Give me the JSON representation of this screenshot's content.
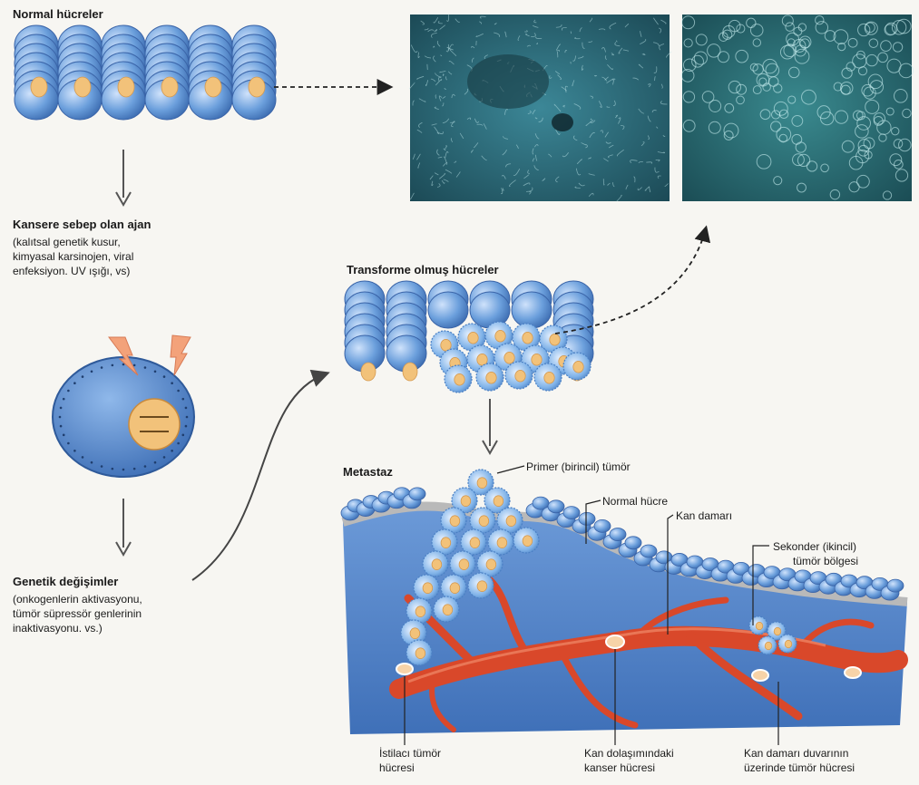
{
  "titles": {
    "normal_cells": "Normal hücreler",
    "transformed_cells": "Transforme olmuş hücreler",
    "metastasis": "Metastaz"
  },
  "agent": {
    "title": "Kansere sebep olan ajan",
    "lines": [
      "(kalıtsal genetik kusur,",
      "kimyasal karsinojen, viral",
      "enfeksiyon. UV ışığı, vs)"
    ]
  },
  "genetic": {
    "title": "Genetik değişimler",
    "lines": [
      "(onkogenlerin aktivasyonu,",
      "tümör süpressör genlerinin",
      "inaktivasyonu. vs.)"
    ]
  },
  "labels": {
    "primary_tumor": "Primer (birincil) tümör",
    "normal_cell": "Normal hücre",
    "blood_vessel": "Kan damarı",
    "secondary_tumor": [
      "Sekonder (ikincil)",
      "tümör bölgesi"
    ],
    "invasive_cell": [
      "İstilacı tümör",
      "hücresi"
    ],
    "circulating_cell": [
      "Kan dolaşımındaki",
      "kanser hücresi"
    ],
    "vessel_wall_cell": [
      "Kan damarı duvarının",
      "üzerinde tümör hücresi"
    ]
  },
  "colors": {
    "cell_blue": "#6b9fdc",
    "nucleus": "#f2c27a",
    "tissue_bg": "#5c8fd1",
    "vessel": "#d9482a",
    "micrograph": "#2c6a78"
  }
}
